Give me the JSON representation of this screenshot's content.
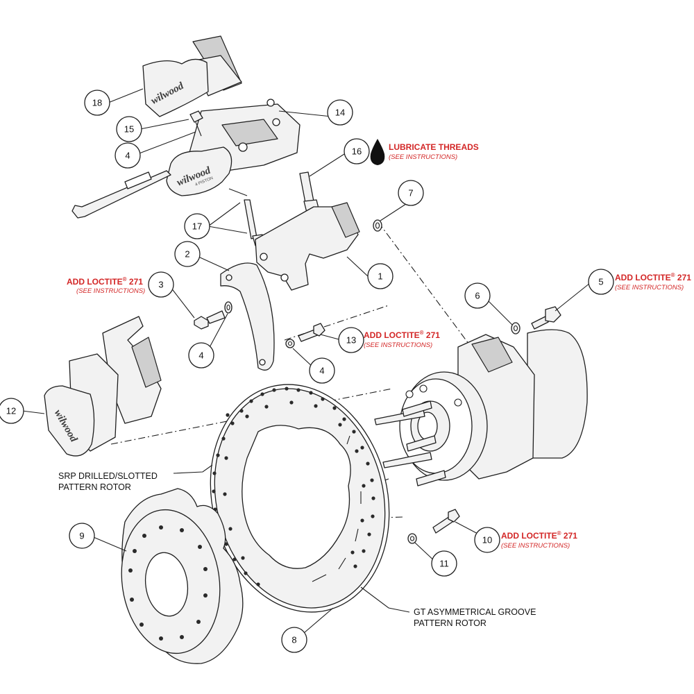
{
  "callouts": [
    "1",
    "2",
    "3",
    "4",
    "4",
    "4",
    "5",
    "6",
    "7",
    "8",
    "9",
    "10",
    "11",
    "12",
    "13",
    "14",
    "15",
    "16",
    "17",
    "18"
  ],
  "notes": {
    "lubricate": {
      "main": "LUBRICATE THREADS",
      "sub": "(SEE INSTRUCTIONS)"
    },
    "loctite_3": {
      "main": "ADD LOCTITE",
      "reg": "®",
      "num": " 271",
      "sub": "(SEE INSTRUCTIONS)"
    },
    "loctite_5": {
      "main": "ADD LOCTITE",
      "reg": "®",
      "num": " 271",
      "sub": "(SEE INSTRUCTIONS)"
    },
    "loctite_13": {
      "main": "ADD LOCTITE",
      "reg": "®",
      "num": " 271",
      "sub": "(SEE INSTRUCTIONS)"
    },
    "loctite_10": {
      "main": "ADD LOCTITE",
      "reg": "®",
      "num": " 271",
      "sub": "(SEE INSTRUCTIONS)"
    }
  },
  "captions": {
    "srp_line1": "SRP DRILLED/SLOTTED",
    "srp_line2": "PATTERN ROTOR",
    "gt_line1": "GT ASYMMETRICAL GROOVE",
    "gt_line2": "PATTERN ROTOR"
  },
  "brand": {
    "pad": "wilwood",
    "caliper": "wilwood",
    "caliper_sub": "4 PISTON",
    "parking": "wilwood"
  },
  "colors": {
    "note_red": "#d32626",
    "line": "#1e1e1e",
    "part_fill": "#f2f2f2"
  }
}
